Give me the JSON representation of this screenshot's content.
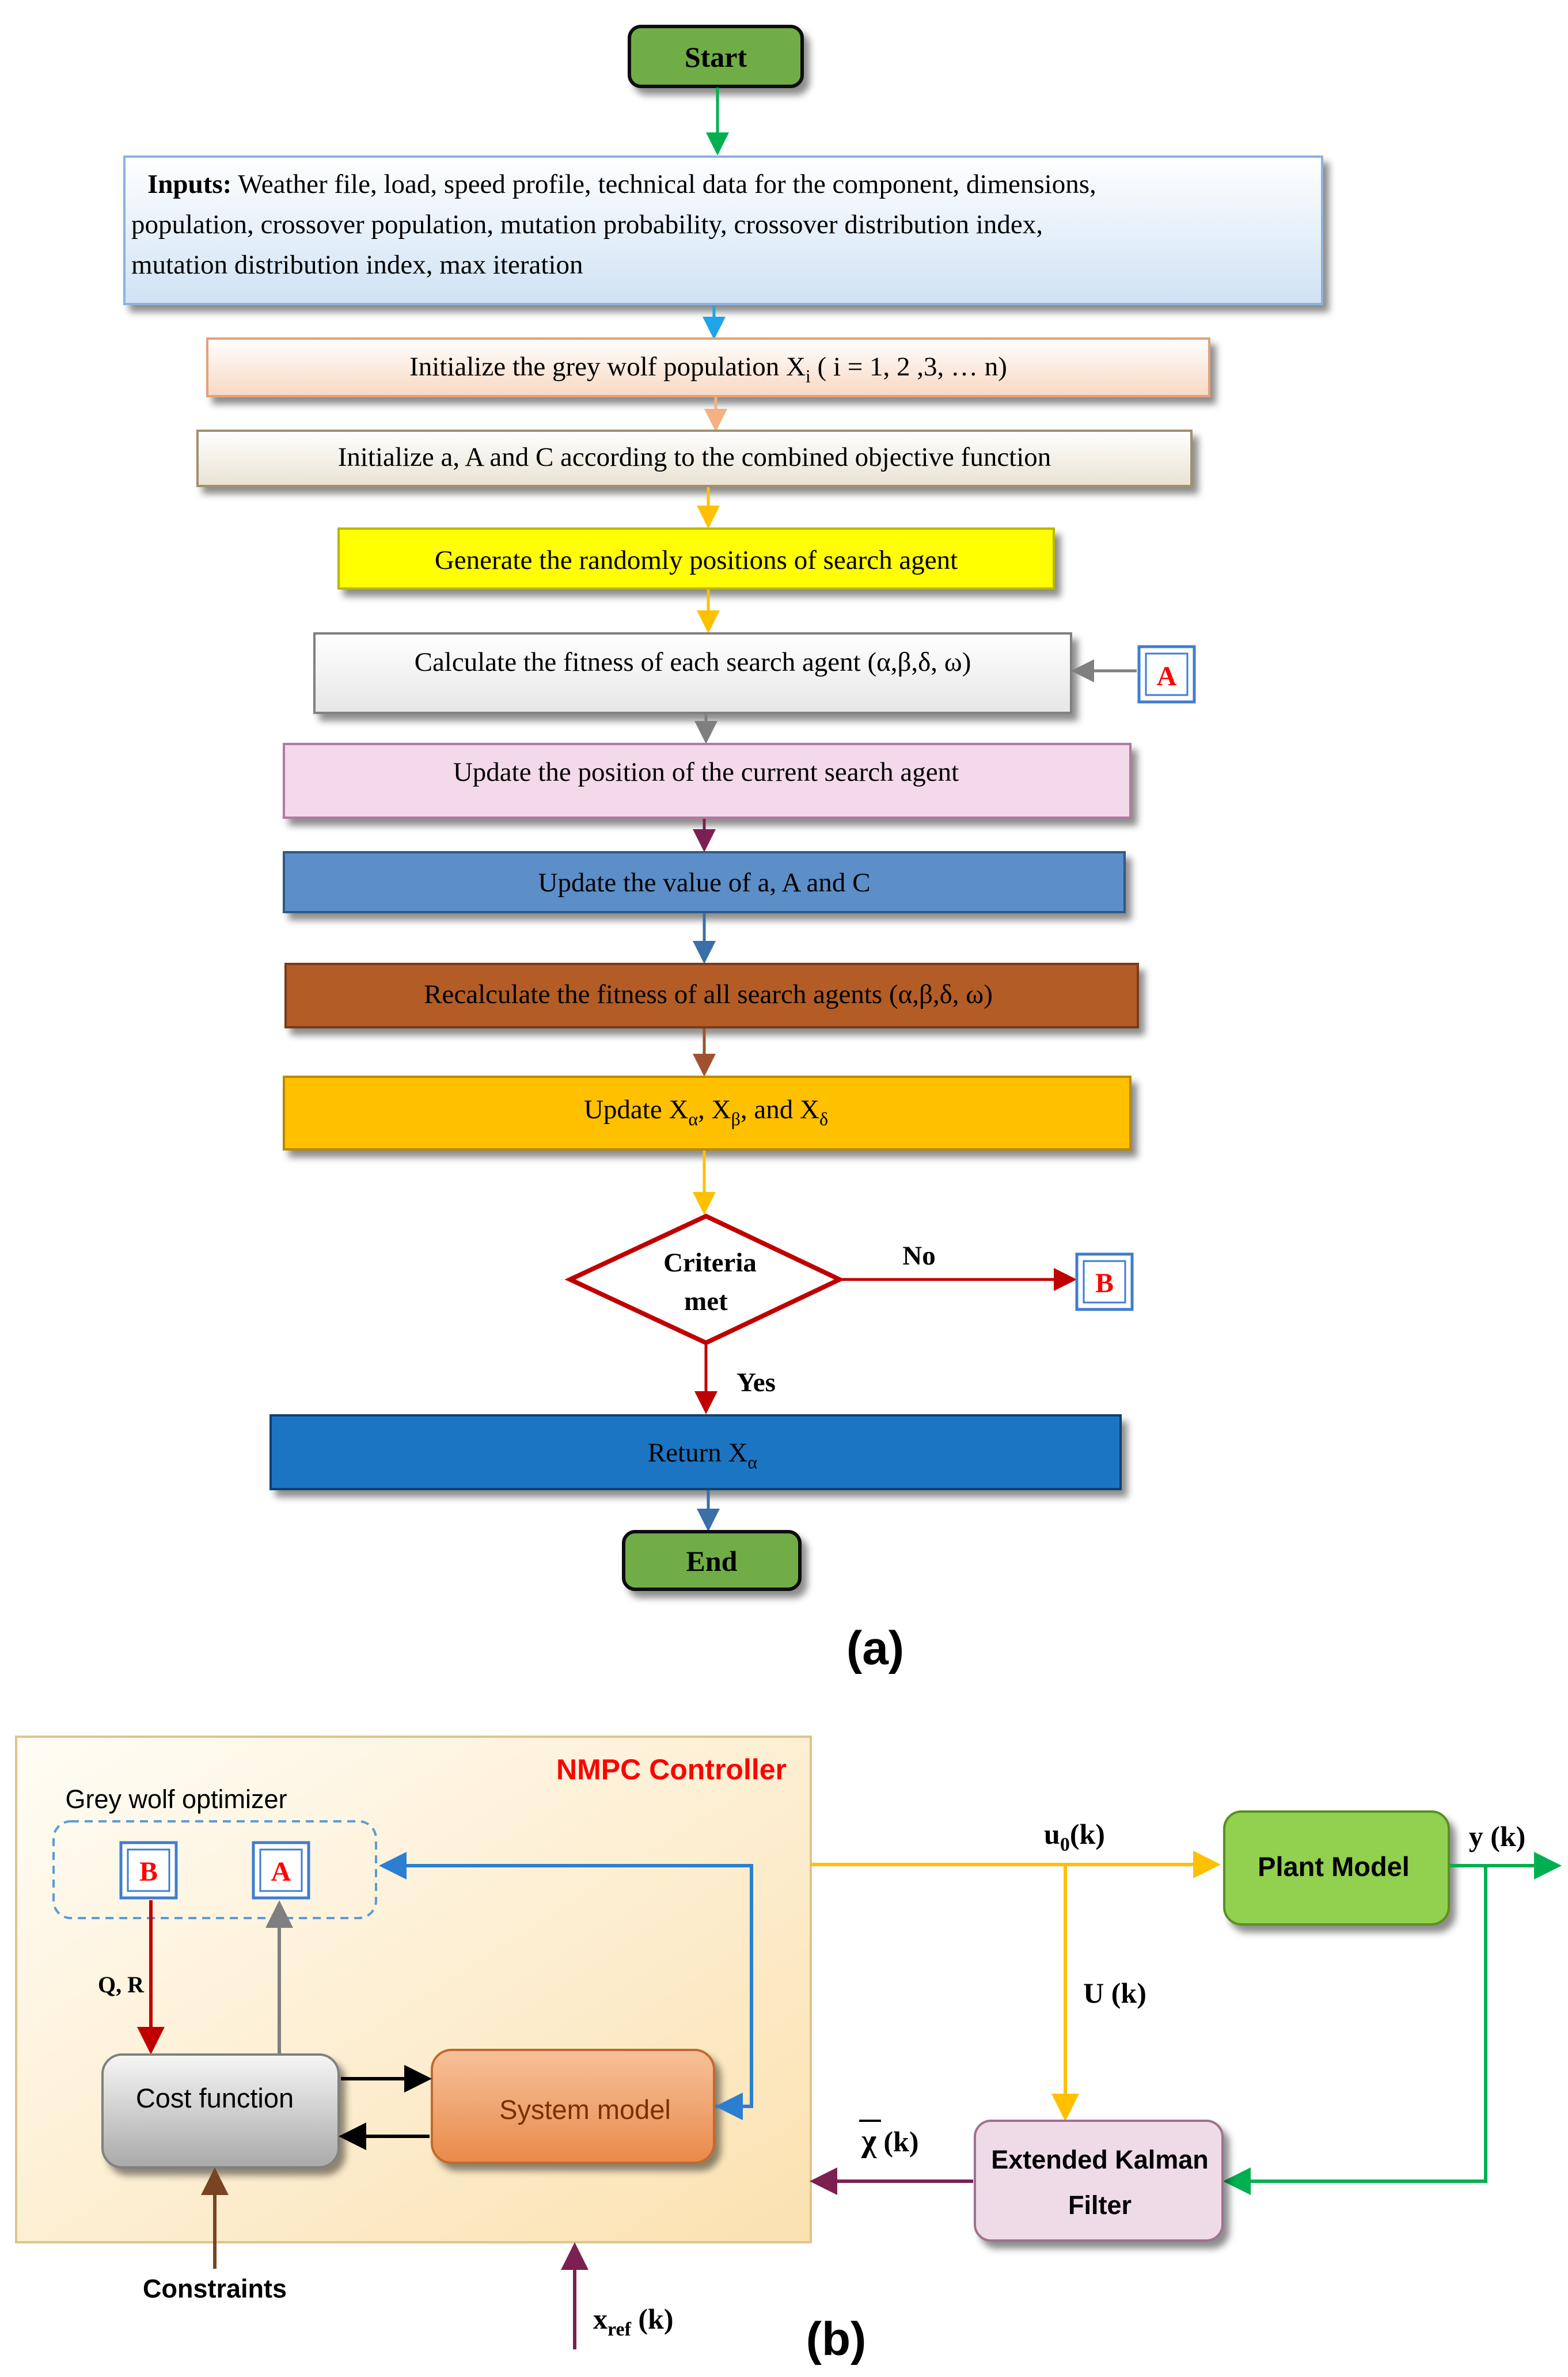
{
  "flowchart": {
    "start": "Start",
    "inputs_label": "Inputs:",
    "inputs_lines": [
      " Weather file, load, speed profile, technical data for the component,  dimensions,",
      "population, crossover population, mutation probability, crossover distribution index,",
      "mutation distribution index, max iteration"
    ],
    "init_population": "Initialize the grey wolf population  X",
    "init_population_sub": "i",
    "init_population_tail": " ( i = 1, 2 ,3, … n)",
    "init_params": "Initialize a, A and C according to the combined objective function",
    "generate_positions": "Generate the randomly positions of search agent",
    "calc_fitness": "Calculate the fitness of each search agent (α,β,δ, ω)",
    "connector_a": "A",
    "update_position": "Update the position of the current search agent",
    "update_values": "Update   the value of  a, A and C",
    "recalc_fitness": "Recalculate the fitness of all search agents (α,β,δ, ω)",
    "update_x_prefix": "Update X",
    "update_x_alpha_sub": "α",
    "update_x_mid1": ", X",
    "update_x_beta_sub": "β",
    "update_x_mid2": ", and X",
    "update_x_delta_sub": "δ",
    "decision_line1": "Criteria",
    "decision_line2": "met",
    "no_label": "No",
    "yes_label": "Yes",
    "connector_b": "B",
    "return_prefix": "Return X",
    "return_sub": "α",
    "end": "End",
    "caption": "(a)"
  },
  "block_diagram": {
    "controller_title": "NMPC Controller",
    "optimizer_title": "Grey wolf optimizer",
    "connector_b": "B",
    "connector_a": "A",
    "qr_label": "Q, R",
    "cost_function": "Cost function",
    "system_model": "System model",
    "constraints": "Constraints",
    "u0_label": "u",
    "u0_sub": "0",
    "u0_tail": "(k)",
    "plant_model": "Plant Model",
    "y_label": "y (k)",
    "u_label": "U (k)",
    "ekf_line1": "Extended Kalman",
    "ekf_line2": "Filter",
    "xhat_label": "χ",
    "xhat_tail": " (k)",
    "xref_label": "x",
    "xref_sub": "ref",
    "xref_tail": " (k)",
    "caption": "(b)"
  },
  "colors": {
    "start_fill": "#70ad47",
    "inputs_fill": "#ddebf7",
    "init_pop_fill": "#fbe5d6",
    "init_params_fill": "#f2efe6",
    "generate_fill": "#ffff00",
    "calc_fill": "#ffffff",
    "update_pos_fill": "#f3d9ea",
    "update_val_fill": "#5b8ec8",
    "recalc_fill": "#b35b25",
    "update_x_fill": "#ffc000",
    "return_fill": "#1f74c2",
    "decision_stroke": "#c00000",
    "connector_text": "#ff0000",
    "connector_border": "#3f7dd0",
    "controller_fill": "#fdeccb",
    "controller_title": "#ff0000",
    "system_model_fill": "#f0a56b",
    "plant_fill": "#92d050",
    "ekf_fill": "#efdbe8",
    "arrow_yellow": "#ffc000",
    "arrow_green": "#00b050",
    "arrow_red": "#c00000",
    "arrow_blue": "#2a7fd0",
    "arrow_purple": "#7b2050",
    "arrow_brown": "#7a4422"
  }
}
